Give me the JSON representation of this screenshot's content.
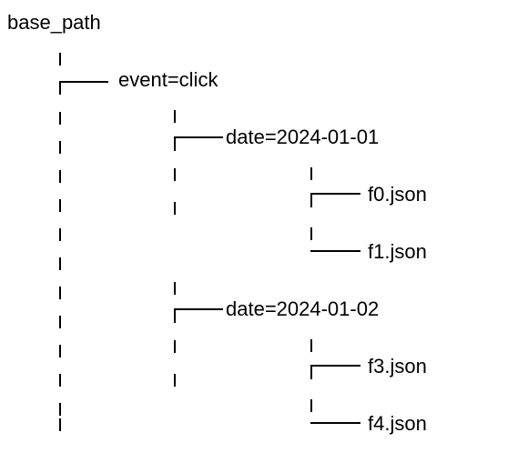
{
  "tree": {
    "root": "base_path",
    "event": "event=click",
    "dates": [
      {
        "label": "date=2024-01-01",
        "files": [
          "f0.json",
          "f1.json"
        ]
      },
      {
        "label": "date=2024-01-02",
        "files": [
          "f3.json",
          "f4.json"
        ]
      }
    ]
  }
}
